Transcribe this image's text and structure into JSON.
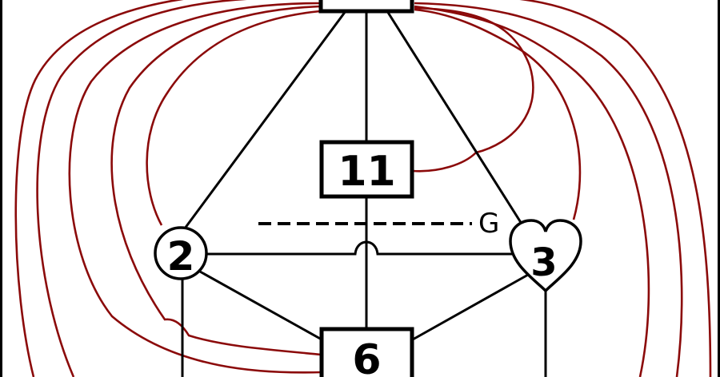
{
  "nodes": {
    "box_middle": "11",
    "box_bottom": "6",
    "circle_left": "2",
    "heart_right": "3"
  },
  "dashed_label": "G",
  "colors": {
    "edge": "#000000",
    "curves": "#8b0a0a",
    "background": "#ffffff"
  }
}
